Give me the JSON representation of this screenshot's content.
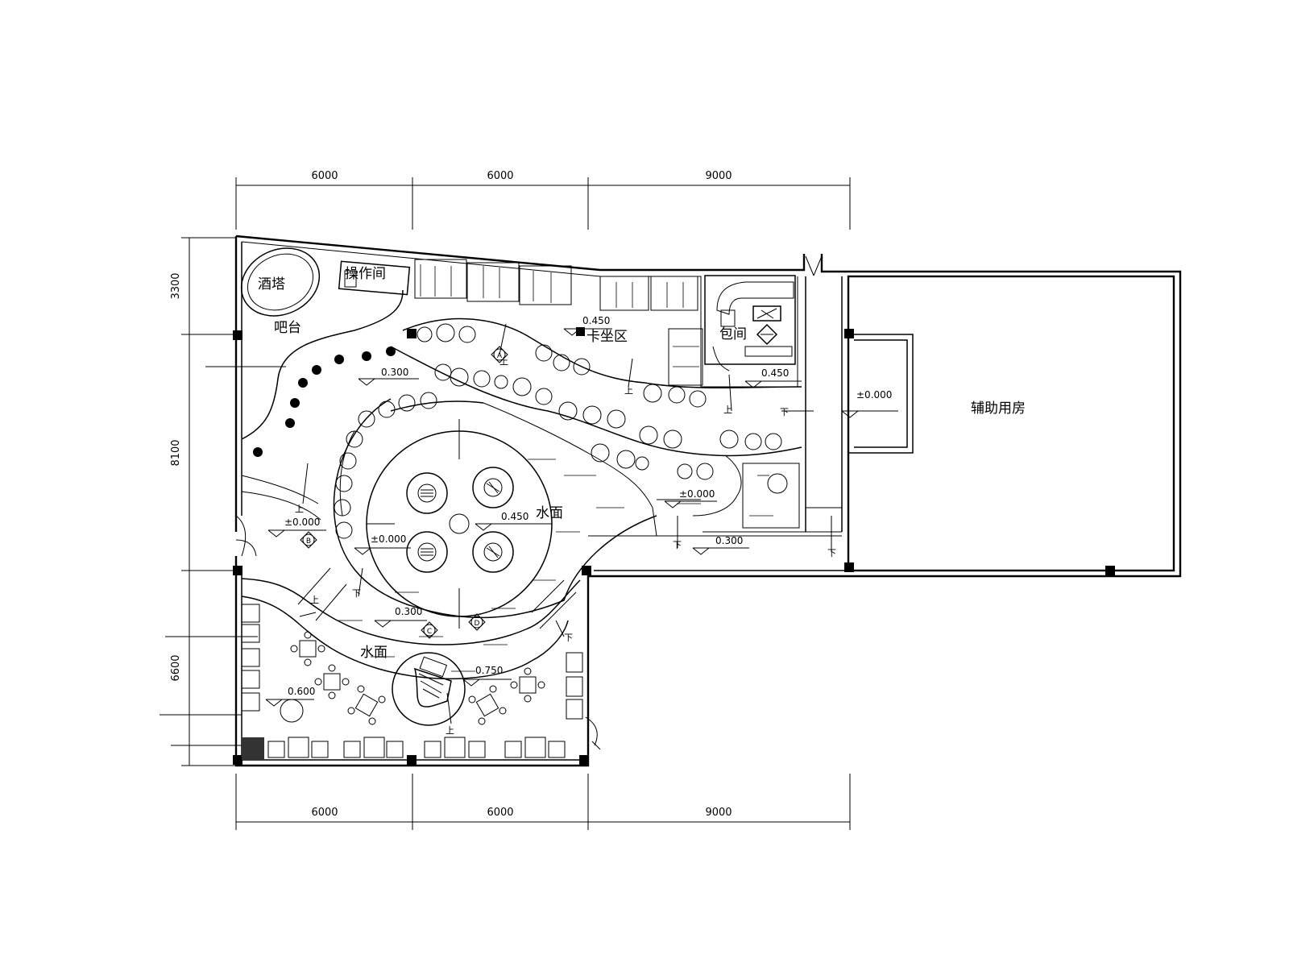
{
  "dimensions": {
    "top": [
      "6000",
      "6000",
      "9000"
    ],
    "bottom": [
      "6000",
      "6000",
      "9000"
    ],
    "left": [
      "3300",
      "8100",
      "6600"
    ]
  },
  "rooms": {
    "wine_tower": "酒塔",
    "operation_room": "操作间",
    "bar_counter": "吧台",
    "booth_area": "卡坐区",
    "private_room": "包间",
    "waterscape_main": "水面",
    "waterscape_lower": "水面",
    "auxiliary_room": "辅助用房"
  },
  "levels": {
    "booth": "0.450",
    "private_room": "0.450",
    "bar_area": "0.300",
    "center": "0.450",
    "entry_left": "±0.000",
    "center_left": "±0.000",
    "corridor_right": "±0.000",
    "entrance_right": "±0.000",
    "right_lower": "0.300",
    "lower_path": "0.300",
    "stage": "0.750",
    "lower_left": "0.600"
  },
  "stair_marks": {
    "up": "上",
    "down": "下"
  },
  "section_marks": [
    "A",
    "B",
    "C",
    "D"
  ]
}
